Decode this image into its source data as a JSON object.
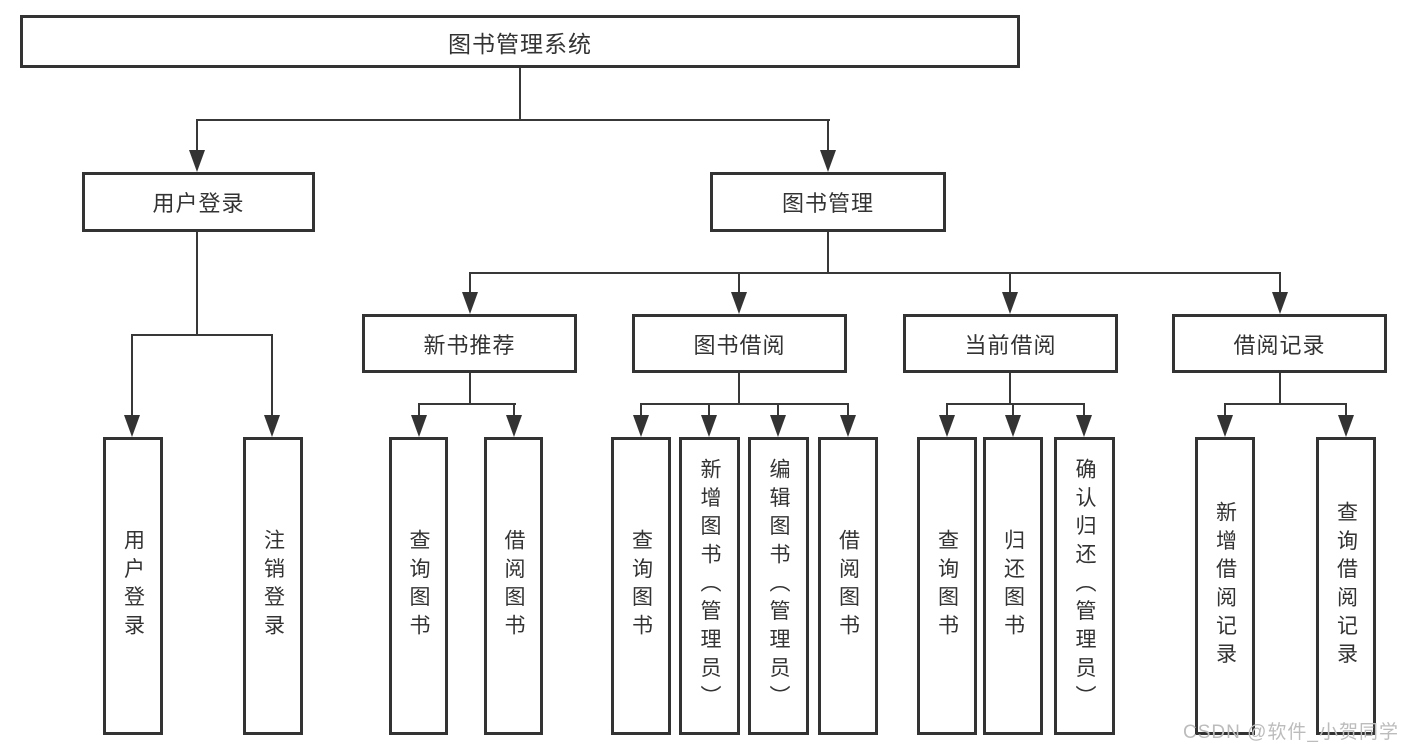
{
  "diagram_type": "org-tree",
  "hierarchy": {
    "label": "图书管理系统",
    "children": [
      {
        "label": "用户登录",
        "children": [
          {
            "label": "用户登录"
          },
          {
            "label": "注销登录"
          }
        ]
      },
      {
        "label": "图书管理",
        "children": [
          {
            "label": "新书推荐",
            "children": [
              {
                "label": "查询图书"
              },
              {
                "label": "借阅图书"
              }
            ]
          },
          {
            "label": "图书借阅",
            "children": [
              {
                "label": "查询图书"
              },
              {
                "label": "新增图书（管理员）"
              },
              {
                "label": "编辑图书（管理员）"
              },
              {
                "label": "借阅图书"
              }
            ]
          },
          {
            "label": "当前借阅",
            "children": [
              {
                "label": "查询图书"
              },
              {
                "label": "归还图书"
              },
              {
                "label": "确认归还（管理员）"
              }
            ]
          },
          {
            "label": "借阅记录",
            "children": [
              {
                "label": "新增借阅记录"
              },
              {
                "label": "查询借阅记录"
              }
            ]
          }
        ]
      }
    ]
  },
  "watermark": {
    "text": "CSDN @软件_小贺同学"
  },
  "colors": {
    "background": "#ffffff",
    "box_border": "#333333",
    "line": "#383838",
    "text": "#333333",
    "watermark": "#bcbcbc"
  }
}
